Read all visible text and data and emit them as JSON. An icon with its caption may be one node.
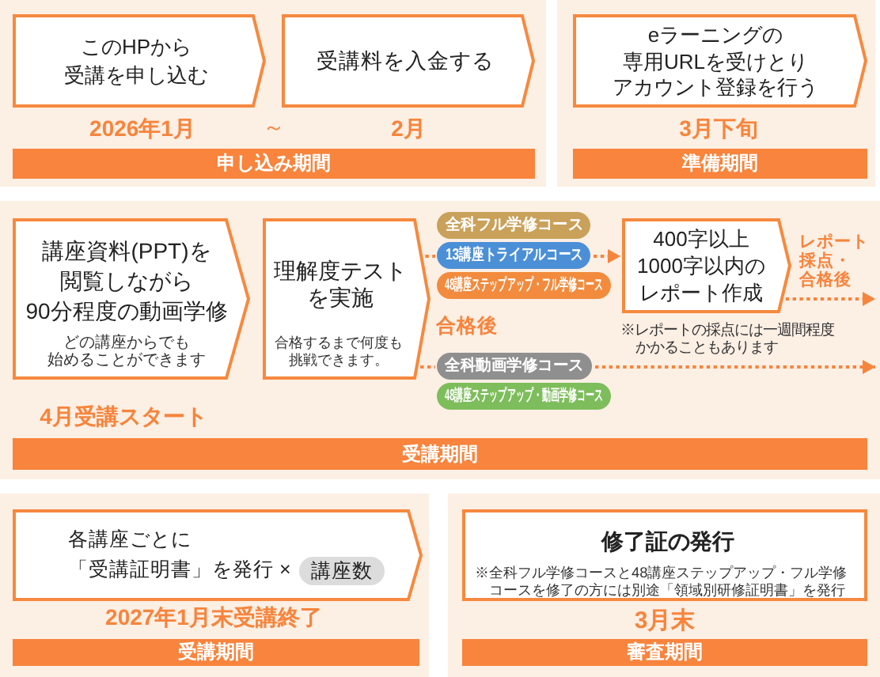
{
  "diagram": {
    "nodes": [
      {
        "text": [
          "このHPから受講を申し込む"
        ],
        "beside": [
          "2026年1月"
        ]
      },
      {
        "text": [
          "受講料を入金する"
        ],
        "beside": [
          "2月"
        ]
      },
      {
        "text": [
          "申し込み期間"
        ]
      },
      {
        "text": [
          "eラーニングの専用URLを受けとりアカウント登録を行う"
        ],
        "beside": [
          "3月下旬"
        ]
      },
      {
        "text": [
          "準備期間"
        ]
      },
      {
        "text": [
          "講座資料(PPT)を閲覧しながら90分程度の動画学修",
          "どの講座からでも始めることができます"
        ]
      },
      {
        "text": [
          "理解度テストを実施",
          "合格するまで何度も挑戦できます。"
        ]
      },
      {
        "text": [
          "全科フル学修コース"
        ]
      },
      {
        "text": [
          "13講座トライアルコース"
        ]
      },
      {
        "text": [
          "48講座ステップアップ・フル学修コース"
        ]
      },
      {
        "text": [
          "400字以上1000字以内のレポート作成"
        ]
      },
      {
        "text": [
          "全科動画学修コース"
        ]
      },
      {
        "text": [
          "48講座ステップアップ・動画学修コース"
        ]
      },
      {
        "text": [
          "受講期間"
        ]
      },
      {
        "text": [
          "各講座ごとに「受講証明書」を発行 ×"
        ],
        "beside": [
          "2027年1月末受講終了"
        ]
      },
      {
        "text": [
          "講座数"
        ],
        "in": 14
      },
      {
        "text": [
          "受講期間"
        ]
      },
      {
        "text": [
          "修了証の発行",
          "※全科フル学修コースと48講座ステップアップ・フル学修コースを修了の方には別途「領域別研修証明書」を発行"
        ],
        "beside": [
          "3月末"
        ]
      },
      {
        "text": [
          "審査期間"
        ]
      }
    ],
    "edges": [
      {
        "from": 6,
        "to": 8,
        "arrow": "none",
        "style": "dashed"
      },
      {
        "from": 8,
        "to": 10,
        "arrow": "to",
        "style": "dashed"
      },
      {
        "from": 10,
        "to": null,
        "arrow": "to",
        "style": "dashed",
        "label": "レポート採点・合格後"
      },
      {
        "from": 6,
        "to": 11,
        "arrow": "none",
        "style": "dashed"
      },
      {
        "from": 11,
        "to": null,
        "arrow": "to",
        "style": "dashed"
      }
    ],
    "labels": [
      "～",
      "合格後",
      "※レポートの採点には一週間程度かかることもあります",
      "4月受講スタート"
    ]
  }
}
